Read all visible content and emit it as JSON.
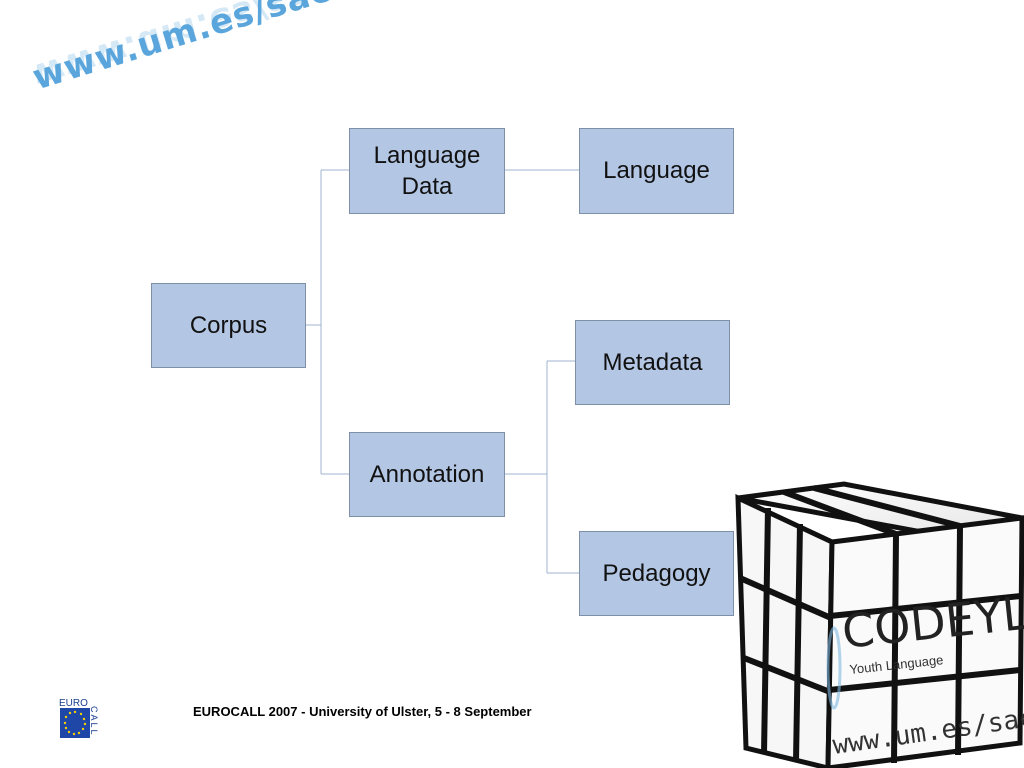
{
  "header": {
    "url_text": "www.um.es/sacodeyl"
  },
  "diagram": {
    "nodes": {
      "corpus": "Corpus",
      "language_data": "Language Data",
      "language": "Language",
      "annotation": "Annotation",
      "metadata": "Metadata",
      "pedagogy": "Pedagogy"
    }
  },
  "footer": {
    "logo_top": "EURO",
    "logo_side": "CALL",
    "text": "EUROCALL 2007 - University of Ulster,  5 - 8 September"
  },
  "cube": {
    "brand": "CODEYL",
    "tagline": "Youth Language",
    "url": "www.um.es/sac"
  },
  "colors": {
    "node_fill": "#b3c6e4",
    "connector": "#9fb3d0",
    "url_text": "#5aa6dc"
  }
}
